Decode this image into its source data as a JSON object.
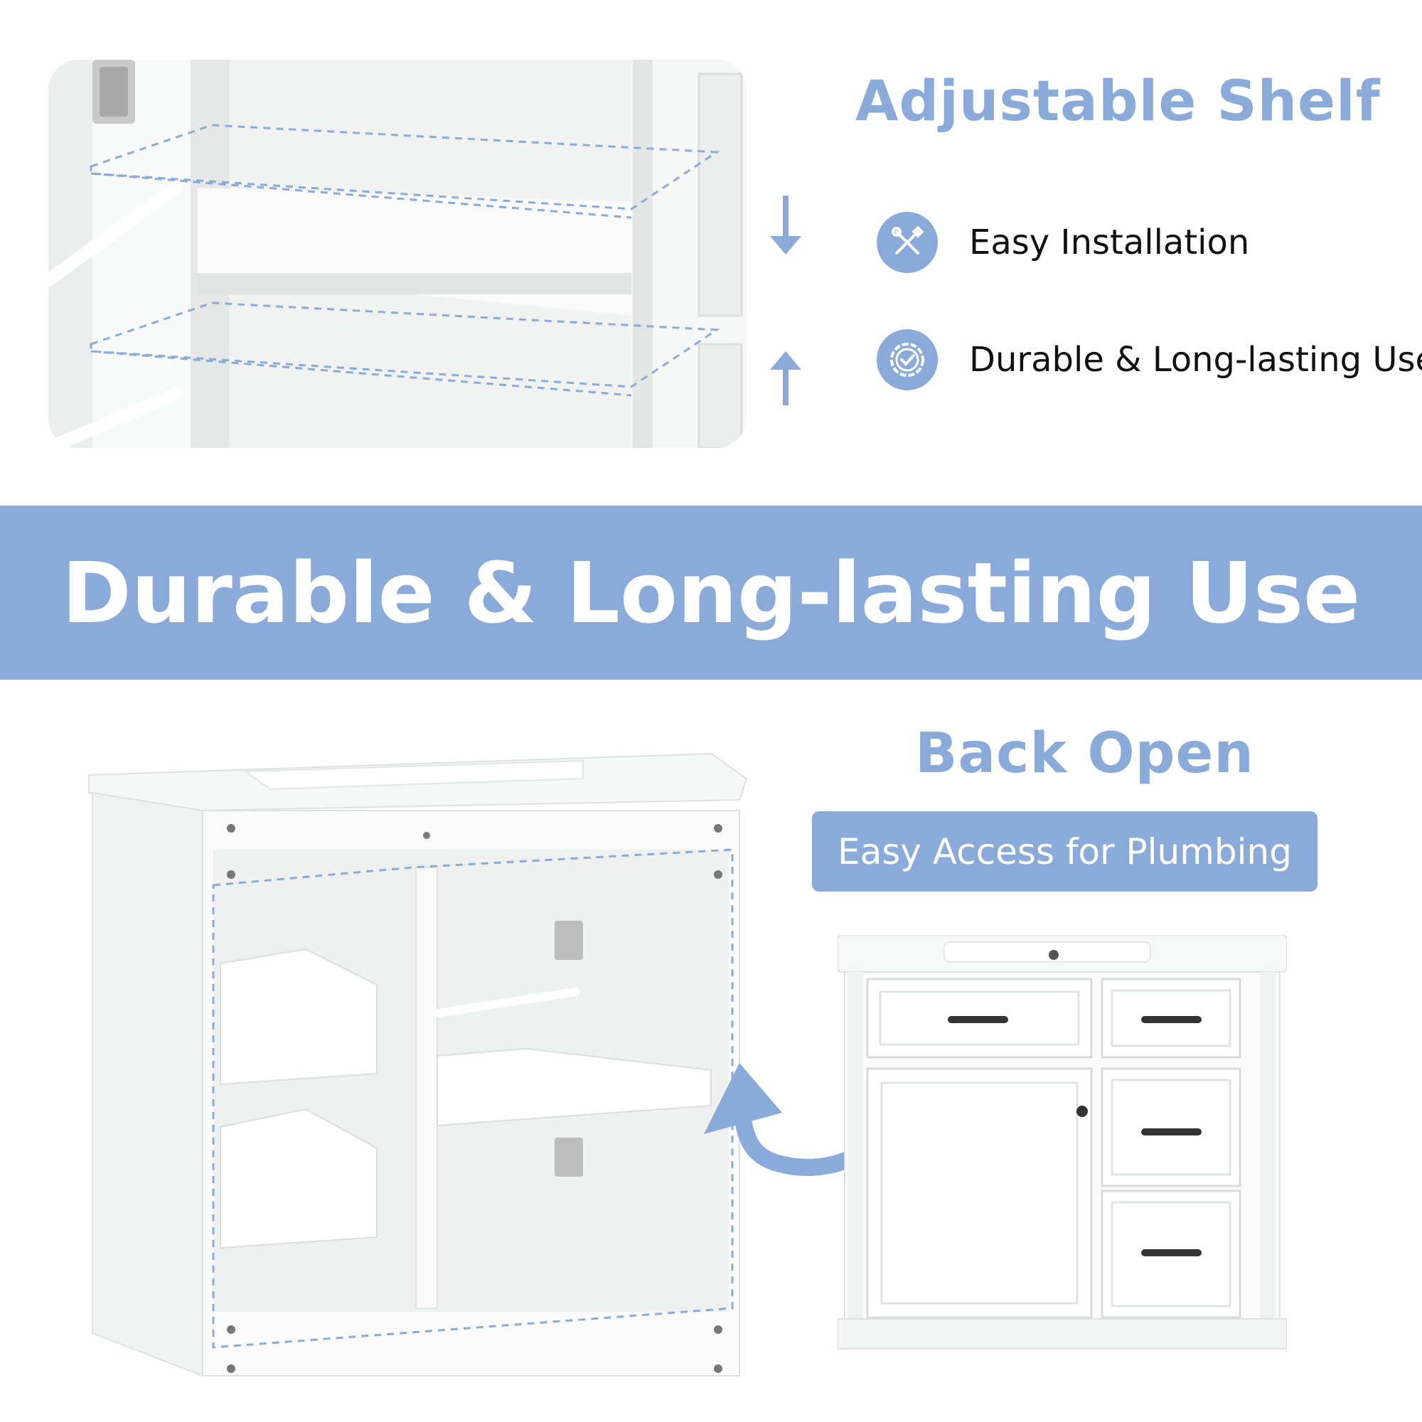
{
  "top": {
    "heading": "Adjustable Shelf",
    "features": [
      {
        "icon": "tools-icon",
        "label": "Easy Installation"
      },
      {
        "icon": "badge-check-icon",
        "label": "Durable & Long-lasting Use"
      }
    ]
  },
  "banner": {
    "text": "Durable & Long-lasting Use"
  },
  "bottom": {
    "heading": "Back Open",
    "pill": "Easy Access for Plumbing"
  },
  "colors": {
    "accent": "#8aaad9",
    "text": "#111111",
    "background": "#ffffff"
  }
}
